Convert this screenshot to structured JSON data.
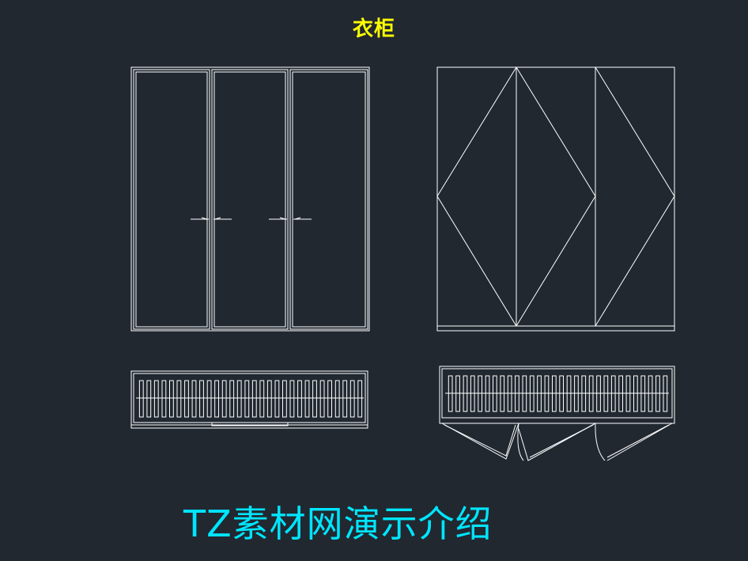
{
  "drawing": {
    "title": "衣柜",
    "watermark": "TZ素材网演示介绍",
    "line_color": "#ffffff",
    "title_color": "#ffff00",
    "watermark_color": "#00e5ff",
    "background": "#212830"
  },
  "left_wardrobe": {
    "elevation_panel_count": 3,
    "handle_count": 4
  },
  "right_wardrobe": {
    "elevation_panel_count": 3,
    "door_style": "diamond"
  },
  "plan_views": {
    "left_hanger_count": 30,
    "right_hanger_count": 30
  }
}
